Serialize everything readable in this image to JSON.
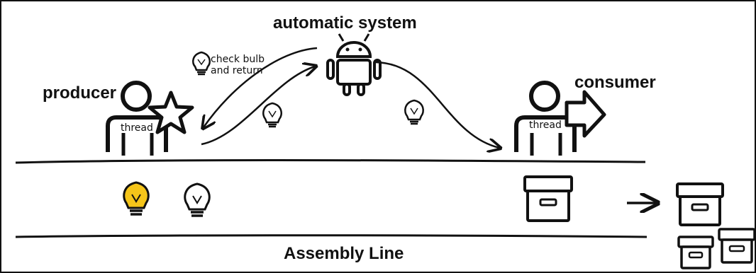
{
  "labels": {
    "automatic_system": "automatic system",
    "producer": "producer",
    "consumer": "consumer",
    "assembly_line": "Assembly Line",
    "thread_producer": "thread",
    "thread_consumer": "thread",
    "check_bulb_line1": "check bulb",
    "check_bulb_line2": "and return"
  },
  "colors": {
    "stroke": "#111111",
    "accent": "#f5c51a",
    "background": "#ffffff"
  },
  "icons": [
    "android-icon",
    "person-icon",
    "star-icon",
    "arrow-right-icon",
    "bulb-icon",
    "box-icon"
  ]
}
